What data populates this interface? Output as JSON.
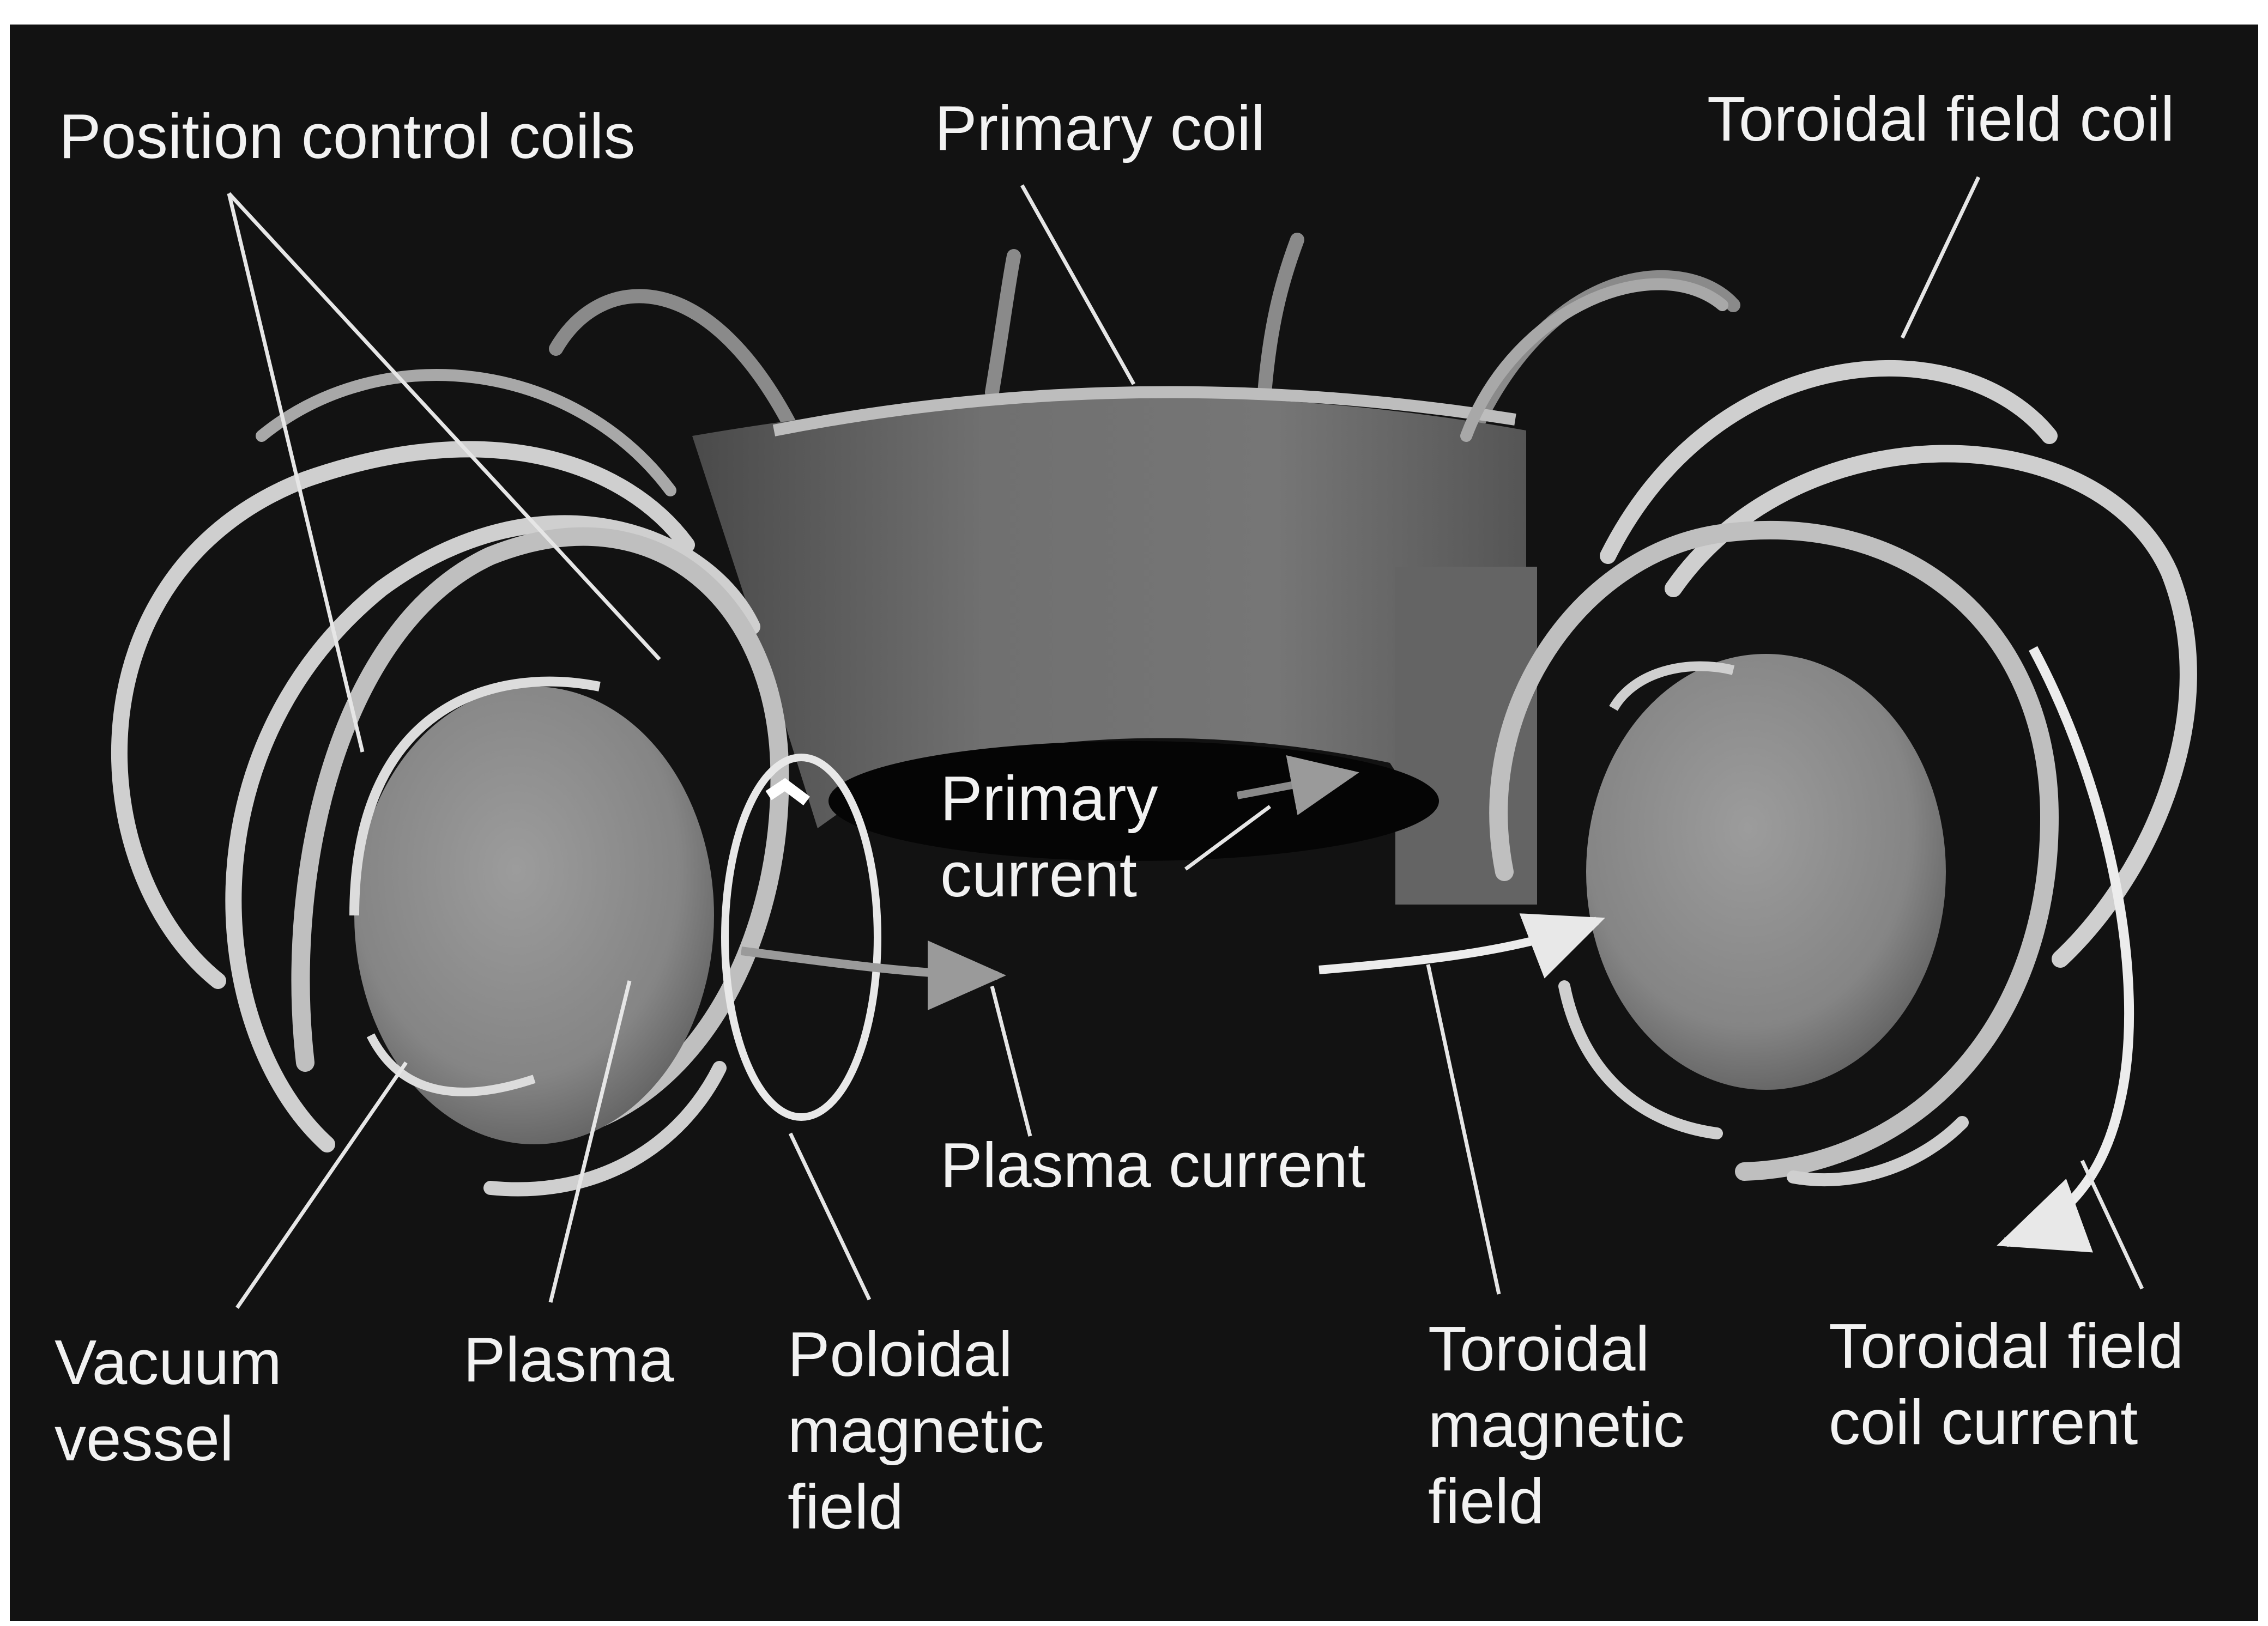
{
  "colors": {
    "background": "#111111",
    "coil": "#cfcfcf",
    "plasma": "#8e8e8e",
    "central_solenoid": "#6c6c6c",
    "label_text": "#f2f2f2",
    "leader_line": "#e6e6e6"
  },
  "labels": {
    "position_control_coils": "Position control coils",
    "primary_coil": "Primary coil",
    "toroidal_field_coil": "Toroidal field coil",
    "primary_current": [
      "Primary",
      "current"
    ],
    "plasma_current": "Plasma current",
    "vacuum_vessel": [
      "Vacuum",
      "vessel"
    ],
    "plasma": "Plasma",
    "poloidal_magnetic_field": [
      "Poloidal",
      "magnetic",
      "field"
    ],
    "toroidal_magnetic_field": [
      "Toroidal",
      "magnetic",
      "field"
    ],
    "toroidal_field_coil_current": [
      "Toroidal field",
      "coil current"
    ]
  }
}
